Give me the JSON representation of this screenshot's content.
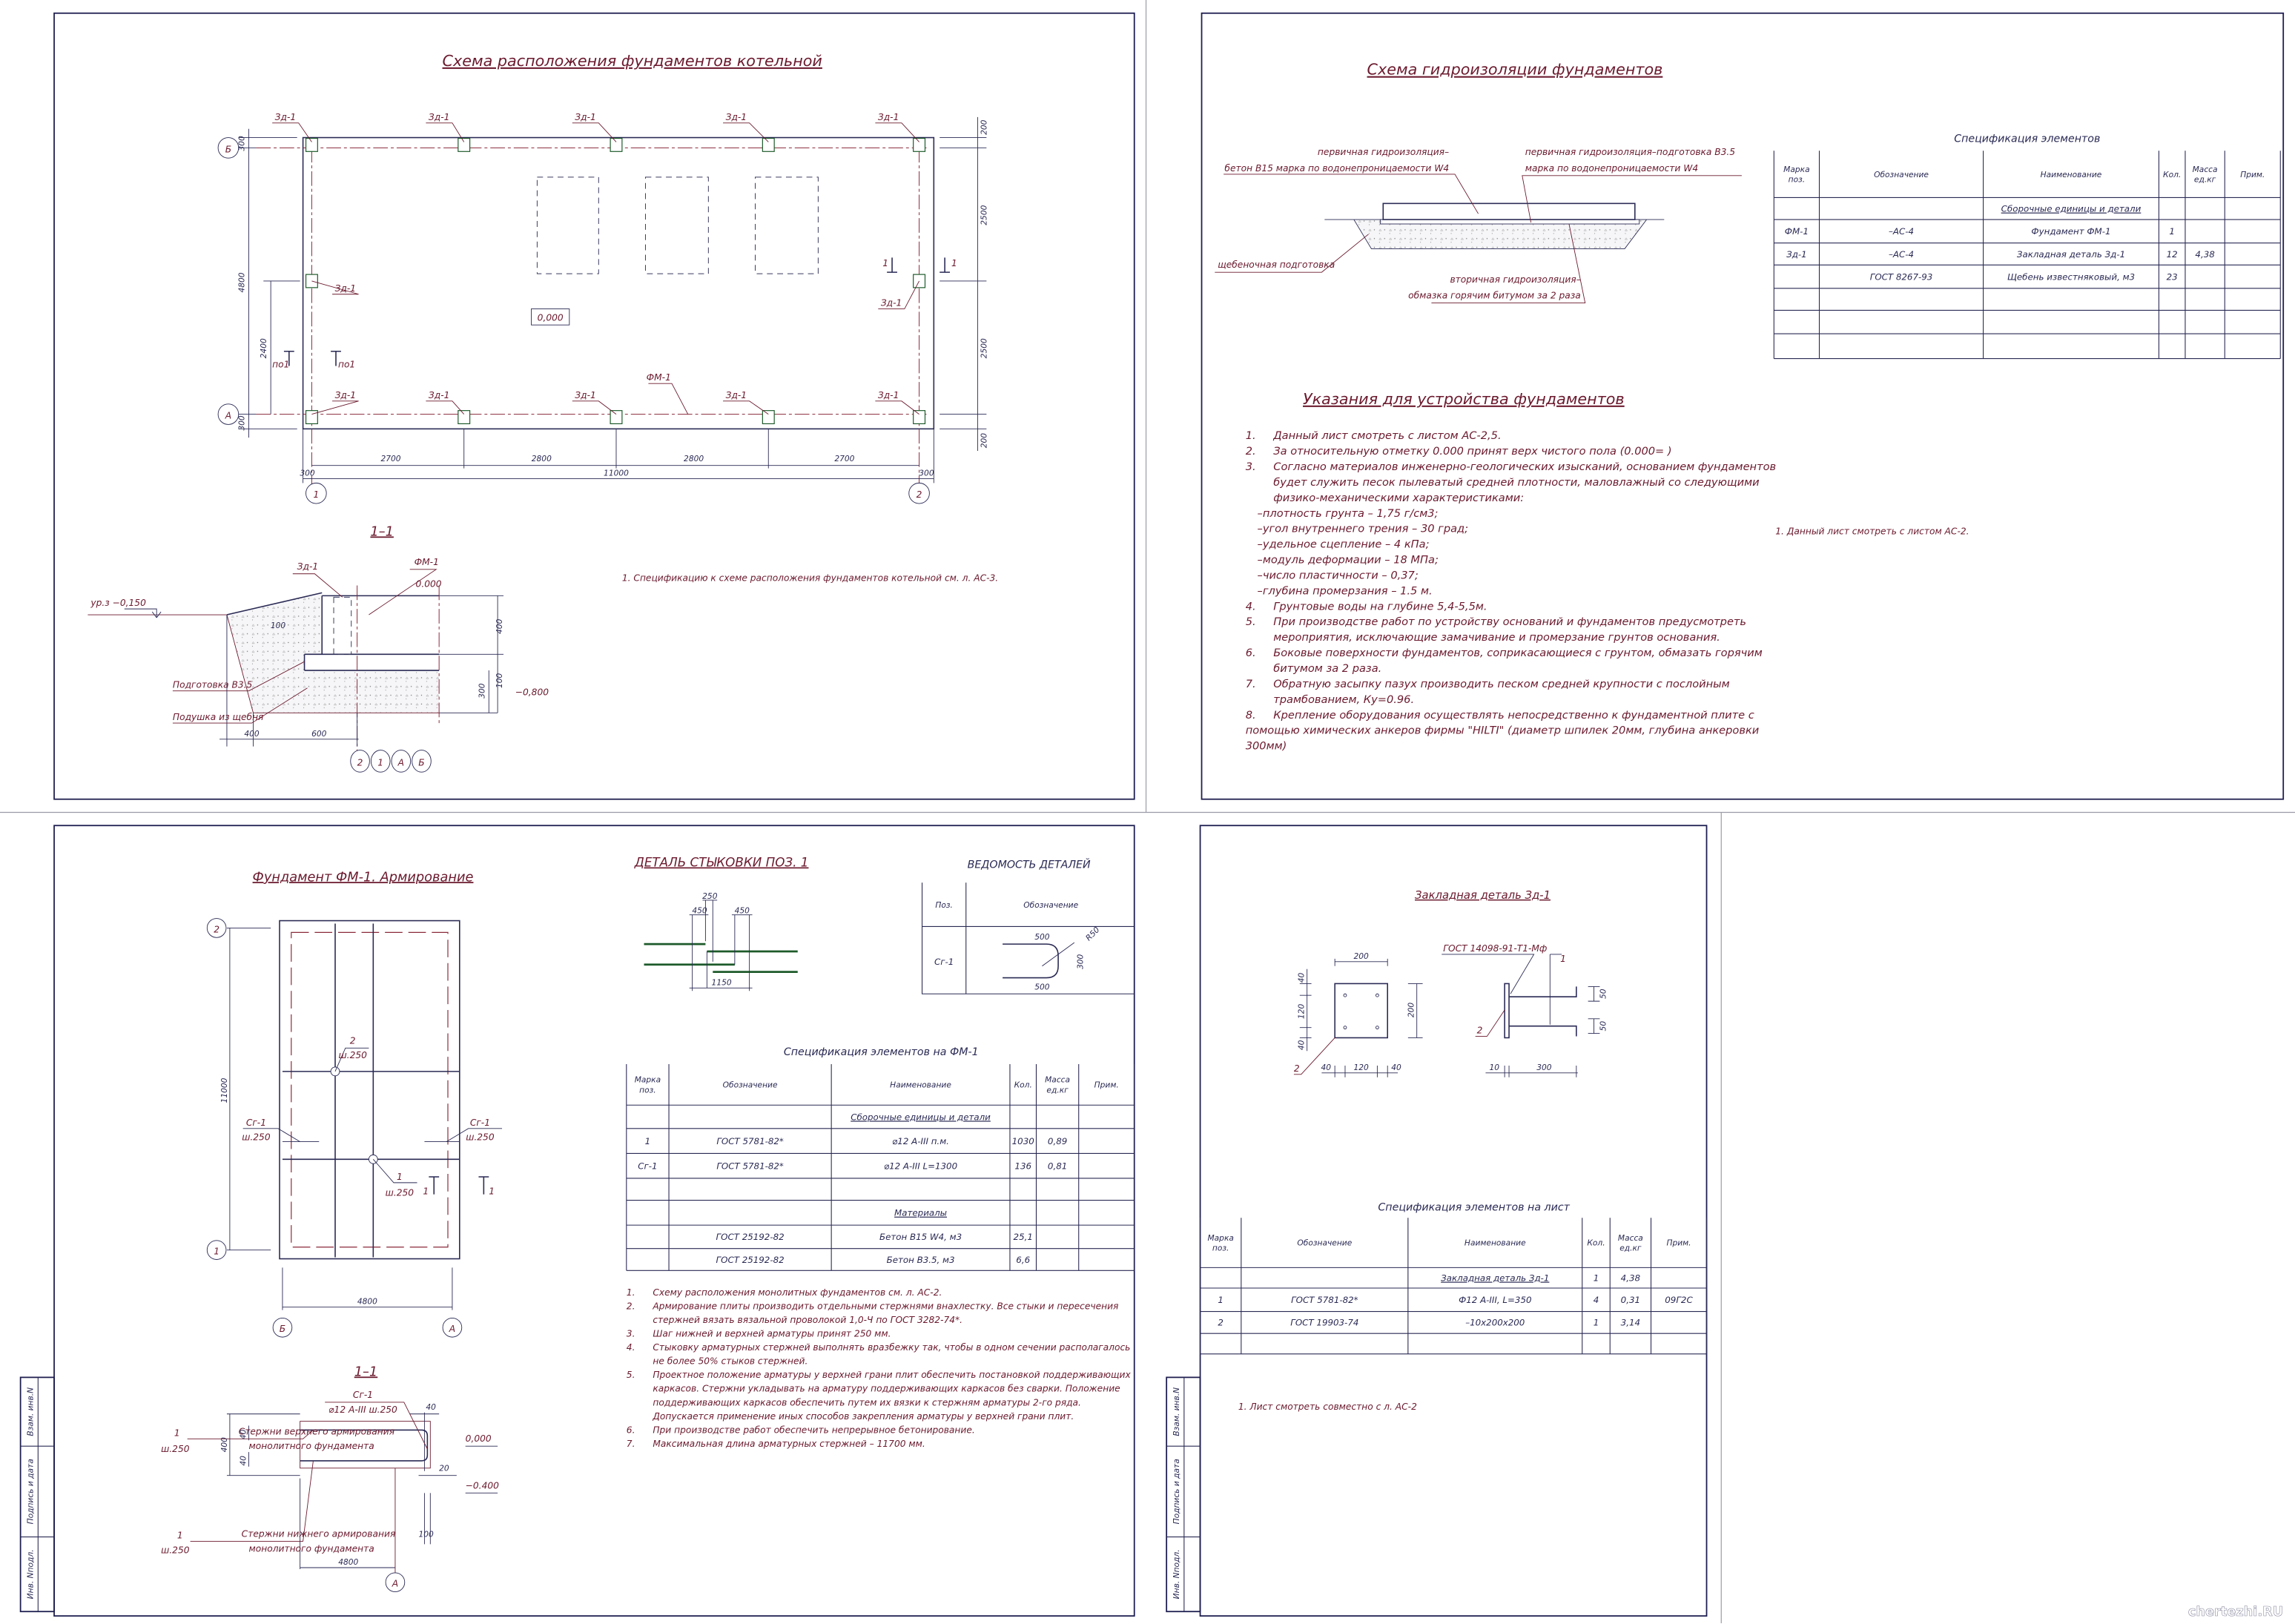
{
  "sheet1": {
    "title": "Схема расположения фундаментов котельной",
    "plan": {
      "embedded_label": "Зд-1",
      "foundation_label": "ФМ-1",
      "level": "0,000",
      "axis_a": "А",
      "axis_b": "Б",
      "axis_1": "1",
      "axis_2": "2",
      "dims_bottom": [
        "2700",
        "2800",
        "2800",
        "2700"
      ],
      "dim_total": "11000",
      "dim_edge": "300",
      "dims_left": {
        "total": "4800",
        "part": "2400",
        "edge": "300"
      },
      "dims_right": [
        "200",
        "2500",
        "2500",
        "200"
      ],
      "section_mark": "1",
      "section_po": "по1"
    },
    "section": {
      "title": "1–1",
      "ground_level": "ур.з −0,150",
      "embedded_label": "Зд-1",
      "foundation_label": "ФМ-1",
      "top_level": "0.000",
      "bottom_level": "−0,800",
      "prep_label": "Подготовка В3.5",
      "cushion_label": "Подушка из щебня",
      "dims": {
        "d400": "400",
        "d600": "600",
        "d100": "100",
        "d300": "300",
        "h400": "400",
        "h100": "100"
      },
      "axes": [
        "2",
        "1",
        "А",
        "Б"
      ]
    },
    "note": "1.    Спецификацию к схеме расположения фундаментов котельной см. л. АС-3."
  },
  "sheet2": {
    "title": "Схема гидроизоляции фундаментов",
    "diagram": {
      "label_primary_concrete": [
        "первичная гидроизоляция–",
        "бетон В15 марка по водонепроницаемости W4"
      ],
      "label_primary_prep": [
        "первичная гидроизоляция–подготовка В3.5",
        "марка по водонепроницаемости W4"
      ],
      "label_gravel": "щебеночная подготовка",
      "label_secondary": [
        "вторичная гидроизоляция–",
        "обмазка горячим битумом за 2 раза"
      ]
    },
    "spec": {
      "title": "Спецификация элементов",
      "headers": [
        [
          "Марка",
          "поз."
        ],
        [
          "Обозначение"
        ],
        [
          "Наименование"
        ],
        [
          "Кол."
        ],
        [
          "Масса",
          "ед.кг"
        ],
        [
          "Прим."
        ]
      ],
      "rows": [
        {
          "section": true,
          "cells": [
            "",
            "",
            "Сборочные единицы и детали",
            "",
            "",
            ""
          ]
        },
        {
          "cells": [
            "ФМ-1",
            "–АС-4",
            "Фундамент ФМ-1",
            "1",
            "",
            ""
          ]
        },
        {
          "cells": [
            "Зд-1",
            "–АС-4",
            "Закладная деталь Зд-1",
            "12",
            "4,38",
            ""
          ]
        },
        {
          "cells": [
            "",
            "ГОСТ 8267-93",
            "Щебень известняковый, м3",
            "23",
            "",
            ""
          ]
        },
        {
          "cells": [
            "",
            "",
            "",
            "",
            "",
            ""
          ]
        },
        {
          "cells": [
            "",
            "",
            "",
            "",
            "",
            ""
          ]
        },
        {
          "cells": [
            "",
            "",
            "",
            "",
            "",
            ""
          ]
        }
      ]
    },
    "side_note": "1.    Данный лист смотреть с листом АС-2.",
    "instructions": {
      "title": "Указания для устройства фундаментов",
      "items": [
        {
          "n": "1.",
          "lines": [
            "Данный лист смотреть с листом АС-2,5."
          ]
        },
        {
          "n": "2.",
          "lines": [
            "За относительную отметку 0.000 принят верх чистого пола (0.000=     )"
          ]
        },
        {
          "n": "3.",
          "lines": [
            "Согласно материалов инженерно-геологических изысканий, основанием фундаментов",
            "будет служить песок пылеватый средней плотности, маловлажный со следующими",
            "физико-механическими характеристиками:"
          ]
        },
        {
          "n": "",
          "sub": true,
          "lines": [
            "–плотность грунта – 1,75 г/см3;",
            "–угол внутреннего трения – 30 град;",
            "–удельное сцепление – 4 кПа;",
            "–модуль деформации – 18 МПа;",
            "–число пластичности – 0,37;",
            "–глубина промерзания – 1.5 м."
          ]
        },
        {
          "n": "4.",
          "lines": [
            "Грунтовые воды на глубине 5,4-5,5м."
          ]
        },
        {
          "n": "5.",
          "lines": [
            "При производстве работ по устройству оснований и фундаментов предусмотреть",
            "мероприятия,  исключающие замачивание и промерзание грунтов основания."
          ]
        },
        {
          "n": "6.",
          "lines": [
            "Боковые поверхности фундаментов, соприкасающиеся с грунтом, обмазать горячим",
            "битумом за 2 раза."
          ]
        },
        {
          "n": "7.",
          "lines": [
            "Обратную засыпку пазух производить песком средней крупности с послойным",
            "трамбованием, Ку=0.96."
          ]
        },
        {
          "n": "8.",
          "outdent": true,
          "lines": [
            "Крепление оборудования осуществлять непосредственно к фундаментной плите с",
            "помощью химических анкеров  фирмы \"HILTI\" (диаметр шпилек 20мм, глубина анкеровки",
            "300мм)"
          ]
        }
      ]
    }
  },
  "sheet3": {
    "title": "Фундамент ФМ-1. Армирование",
    "plan": {
      "axis_1": "1",
      "axis_2": "2",
      "axis_a": "А",
      "axis_b": "Б",
      "dim_length": "11000",
      "dim_width": "4800",
      "bar2": [
        "2",
        "ш.250"
      ],
      "bar1": [
        "1",
        "ш.250"
      ],
      "cg_left": [
        "Сг-1",
        "ш.250"
      ],
      "cg_right": [
        "Сг-1",
        "ш.250"
      ],
      "section_mark": "1"
    },
    "section": {
      "title": "1–1",
      "top_label": [
        "1",
        "ш.250",
        "Стержни верхнего армирования",
        "монолитного фундамента"
      ],
      "bottom_label": [
        "1",
        "ш.250",
        "Стержни нижнего армирования",
        "монолитного фундамента"
      ],
      "cg_label": [
        "Сг-1",
        "⌀12 А-III ш.250"
      ],
      "top_level": "0,000",
      "bottom_level": "−0.400",
      "dims": {
        "h400": "400",
        "c40a": "40",
        "c40b": "40",
        "t40": "40",
        "s20": "20",
        "e100": "100",
        "w4800": "4800"
      },
      "axis": "А"
    },
    "joint_detail": {
      "title": "ДЕТАЛЬ СТЫКОВКИ ПОЗ. 1",
      "dims": {
        "d250": "250",
        "d450a": "450",
        "d450b": "450",
        "d1150": "1150"
      }
    },
    "parts_list": {
      "title": "ВЕДОМОСТЬ ДЕТАЛЕЙ",
      "headers": [
        "Поз.",
        "Обозначение"
      ],
      "row_mark": "Сг-1",
      "shape_dims": {
        "top": "500",
        "bottom": "500",
        "height": "300",
        "radius": "R50"
      }
    },
    "spec": {
      "title": "Спецификация элементов на ФМ-1",
      "headers": [
        [
          "Марка",
          "поз."
        ],
        [
          "Обозначение"
        ],
        [
          "Наименование"
        ],
        [
          "Кол."
        ],
        [
          "Масса",
          "ед.кг"
        ],
        [
          "Прим."
        ]
      ],
      "rows": [
        {
          "section": true,
          "cells": [
            "",
            "",
            "Сборочные единицы и детали",
            "",
            "",
            ""
          ]
        },
        {
          "cells": [
            "1",
            "ГОСТ 5781-82*",
            "⌀12 А-III п.м.",
            "1030",
            "0,89",
            ""
          ]
        },
        {
          "cells": [
            "Сг-1",
            "ГОСТ 5781-82*",
            "⌀12 А-III L=1300",
            "136",
            "0,81",
            ""
          ]
        },
        {
          "cells": [
            "",
            "",
            "",
            "",
            "",
            ""
          ]
        },
        {
          "section": true,
          "cells": [
            "",
            "",
            "Материалы",
            "",
            "",
            ""
          ]
        },
        {
          "cells": [
            "",
            "ГОСТ 25192-82",
            "Бетон В15 W4, м3",
            "25,1",
            "",
            ""
          ]
        },
        {
          "cells": [
            "",
            "ГОСТ 25192-82",
            "Бетон В3.5, м3",
            "6,6",
            "",
            ""
          ]
        }
      ]
    },
    "notes": [
      {
        "n": "1.",
        "lines": [
          "Схему расположения монолитных фундаментов см. л. АС-2."
        ]
      },
      {
        "n": "2.",
        "lines": [
          "Армирование плиты производить отдельными стержнями внахлестку. Все стыки и пересечения",
          "стержней вязать вязальной проволокой 1,0-Ч по ГОСТ 3282-74*."
        ]
      },
      {
        "n": "3.",
        "lines": [
          "Шаг нижней и верхней арматуры принят 250 мм."
        ]
      },
      {
        "n": "4.",
        "lines": [
          "Стыковку арматурных стержней выполнять вразбежку так, чтобы в одном сечении располагалось",
          "не более 50% стыков стержней."
        ]
      },
      {
        "n": "5.",
        "lines": [
          "Проектное положение арматуры у верхней грани плит обеспечить постановкой поддерживающих",
          "каркасов. Стержни укладывать на арматуру поддерживающих каркасов без сварки. Положение",
          "поддерживающих каркасов обеспечить путем их вязки к стержням арматуры 2-го ряда.",
          "Допускается применение иных способов закрепления арматуры у верхней грани плит."
        ]
      },
      {
        "n": "6.",
        "lines": [
          "При   производстве   работ   обеспечить   непрерывное   бетонирование."
        ]
      },
      {
        "n": "7.",
        "lines": [
          "Максимальная длина арматурных стержней – 11700 мм."
        ]
      }
    ],
    "stamp": [
      "Инв. Nподл.",
      "Подпись и дата",
      "Взам. инв.N"
    ]
  },
  "sheet4": {
    "title": "Закладная деталь Зд-1",
    "plate": {
      "w": "200",
      "h": "200",
      "e40a": "40",
      "m120": "120",
      "e40b": "40",
      "v40a": "40",
      "v120": "120",
      "v40b": "40",
      "pos": "2"
    },
    "side": {
      "gost": "ГОСТ 14098-91-Т1-Мф",
      "pos1": "1",
      "pos2": "2",
      "d50a": "50",
      "d50b": "50",
      "t10": "10",
      "l300": "300"
    },
    "spec": {
      "title": "Спецификация элементов на лист",
      "headers": [
        [
          "Марка",
          "поз."
        ],
        [
          "Обозначение"
        ],
        [
          "Наименование"
        ],
        [
          "Кол."
        ],
        [
          "Масса",
          "ед.кг"
        ],
        [
          "Прим."
        ]
      ],
      "rows": [
        {
          "section": true,
          "cells": [
            "",
            "",
            "Закладная деталь Зд-1",
            "1",
            "4,38",
            ""
          ]
        },
        {
          "cells": [
            "1",
            "ГОСТ 5781-82*",
            "Ф12 А-III, L=350",
            "4",
            "0,31",
            "09Г2С"
          ]
        },
        {
          "cells": [
            "2",
            "ГОСТ 19903-74",
            "–10х200х200",
            "1",
            "3,14",
            ""
          ]
        },
        {
          "cells": [
            "",
            "",
            "",
            "",
            "",
            ""
          ]
        }
      ]
    },
    "note": "1.  Лист смотреть совместно с л. АС-2",
    "stamp": [
      "Инв. Nподл.",
      "Подпись и дата",
      "Взам. инв.N"
    ]
  },
  "watermark": "chertezhi.RU"
}
